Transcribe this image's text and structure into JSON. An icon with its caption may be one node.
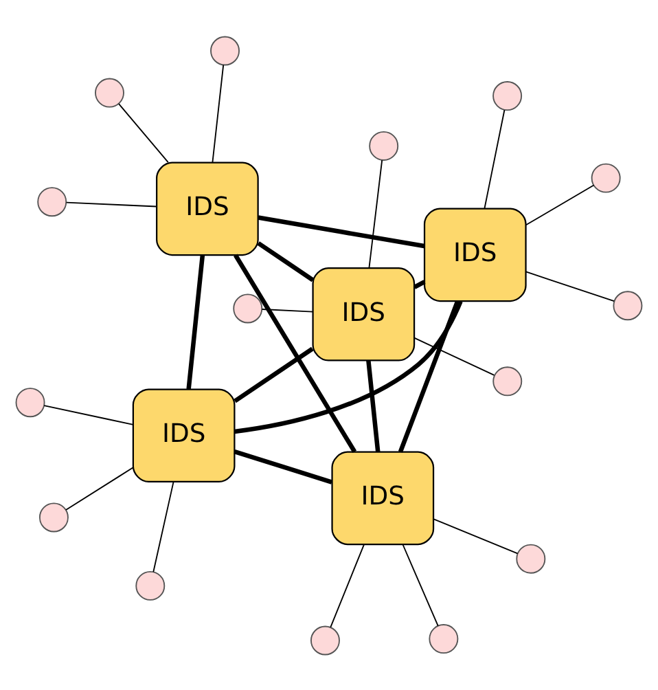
{
  "diagram": {
    "nodes": [
      {
        "text": [
          "IDS"
        ]
      },
      {
        "text": [
          "IDS"
        ]
      },
      {
        "text": [
          "IDS"
        ]
      },
      {
        "text": [
          "IDS"
        ]
      },
      {
        "text": [
          "IDS"
        ]
      },
      {
        "text": [],
        "shape": "circle"
      },
      {
        "text": [],
        "shape": "circle"
      },
      {
        "text": [],
        "shape": "circle"
      },
      {
        "text": [],
        "shape": "circle"
      },
      {
        "text": [],
        "shape": "circle"
      },
      {
        "text": [],
        "shape": "circle"
      },
      {
        "text": [],
        "shape": "circle"
      },
      {
        "text": [],
        "shape": "circle"
      },
      {
        "text": [],
        "shape": "circle"
      },
      {
        "text": [],
        "shape": "circle"
      },
      {
        "text": [],
        "shape": "circle"
      },
      {
        "text": [],
        "shape": "circle"
      },
      {
        "text": [],
        "shape": "circle"
      },
      {
        "text": [],
        "shape": "circle"
      },
      {
        "text": [],
        "shape": "circle"
      }
    ],
    "edges": [
      {
        "from": 0,
        "to": 1,
        "arrow": "none",
        "style": "thick"
      },
      {
        "from": 0,
        "to": 2,
        "arrow": "none",
        "style": "thick"
      },
      {
        "from": 0,
        "to": 3,
        "arrow": "none",
        "style": "thick"
      },
      {
        "from": 0,
        "to": 4,
        "arrow": "none",
        "style": "thick"
      },
      {
        "from": 1,
        "to": 2,
        "arrow": "none",
        "style": "thick"
      },
      {
        "from": 1,
        "to": 3,
        "arrow": "none",
        "style": "thick"
      },
      {
        "from": 1,
        "to": 4,
        "arrow": "none",
        "style": "thick"
      },
      {
        "from": 2,
        "to": 3,
        "arrow": "none",
        "style": "thick"
      },
      {
        "from": 2,
        "to": 4,
        "arrow": "none",
        "style": "thick"
      },
      {
        "from": 3,
        "to": 4,
        "arrow": "none",
        "style": "thick"
      },
      {
        "from": 0,
        "to": 5,
        "arrow": "none"
      },
      {
        "from": 0,
        "to": 6,
        "arrow": "none"
      },
      {
        "from": 0,
        "to": 7,
        "arrow": "none"
      },
      {
        "from": 1,
        "to": 8,
        "arrow": "none"
      },
      {
        "from": 1,
        "to": 9,
        "arrow": "none"
      },
      {
        "from": 1,
        "to": 10,
        "arrow": "none"
      },
      {
        "from": 2,
        "to": 11,
        "arrow": "none"
      },
      {
        "from": 2,
        "to": 12,
        "arrow": "none"
      },
      {
        "from": 2,
        "to": 13,
        "arrow": "none"
      },
      {
        "from": 3,
        "to": 14,
        "arrow": "none"
      },
      {
        "from": 3,
        "to": 15,
        "arrow": "none"
      },
      {
        "from": 3,
        "to": 16,
        "arrow": "none"
      },
      {
        "from": 4,
        "to": 17,
        "arrow": "none"
      },
      {
        "from": 4,
        "to": 18,
        "arrow": "none"
      },
      {
        "from": 4,
        "to": 19,
        "arrow": "none"
      }
    ]
  }
}
